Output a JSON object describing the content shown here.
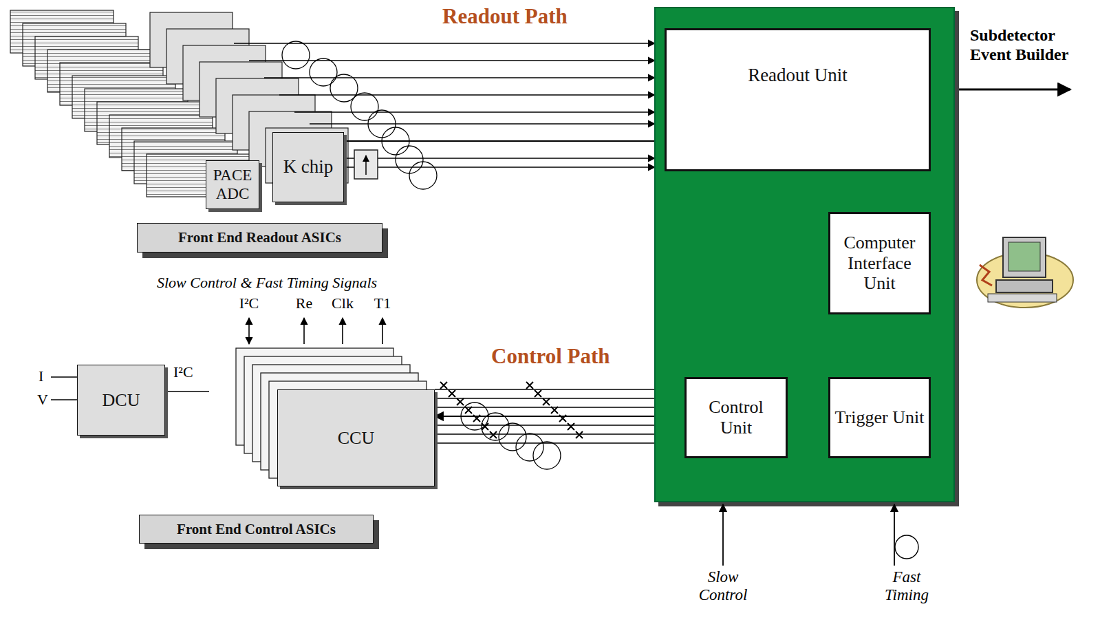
{
  "diagram": {
    "nodes": [
      {
        "text": []
      },
      {
        "text": [
          "Readout Unit"
        ],
        "in": 0
      },
      {
        "text": [
          "Computer Interface Unit"
        ],
        "in": 0
      },
      {
        "text": [
          "Control Unit"
        ],
        "in": 0
      },
      {
        "text": [
          "Trigger Unit"
        ],
        "in": 0
      },
      {
        "text": [
          "PACE ADC"
        ]
      },
      {
        "text": [
          "K chip"
        ]
      },
      {
        "text": [
          "CCU"
        ]
      },
      {
        "text": [
          "DCU"
        ]
      },
      {
        "text": [
          "Front End Readout ASICs"
        ]
      },
      {
        "text": [
          "Front End Control ASICs"
        ]
      }
    ],
    "edges": [
      {
        "from": 6,
        "to": 1,
        "arrow": "to"
      },
      {
        "from": 7,
        "to": 3,
        "arrow": "both"
      }
    ],
    "labels": [
      "Readout Path",
      "Subdetector Event Builder",
      "Control Path",
      "Slow Control & Fast Timing Signals",
      "I²C",
      "Re",
      "Clk",
      "T1",
      "I",
      "V",
      "I²C",
      "Slow Control",
      "Fast Timing"
    ]
  }
}
